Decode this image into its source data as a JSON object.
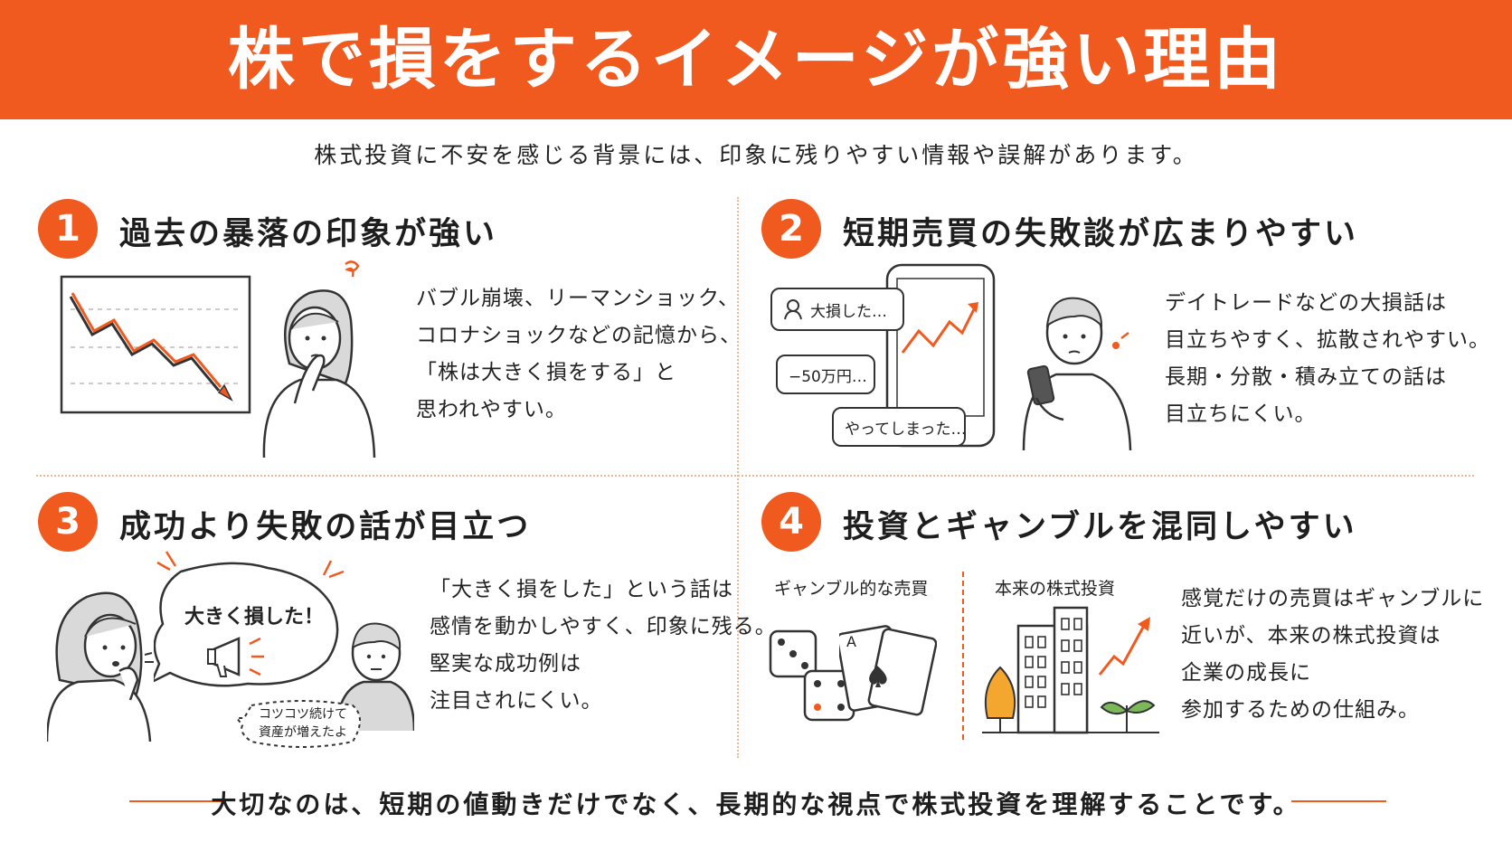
{
  "title": "株で損をするイメージが強い理由",
  "subtitle": "株式投資に不安を感じる背景には、印象に残りやすい情報や誤解があります。",
  "sections": [
    {
      "number": "1",
      "title": "過去の暴落の印象が強い",
      "lines": [
        "バブル崩壊、リーマンショック、",
        "コロナショックなどの記憶から、",
        "「株は大きく損をする」と",
        "思われやすい。"
      ]
    },
    {
      "number": "2",
      "title": "短期売買の失敗談が広まりやすい",
      "lines": [
        "デイトレードなどの大損話は",
        "目立ちやすく、拡散されやすい。",
        "長期・分散・積み立ての話は",
        "目立ちにくい。"
      ],
      "bubbles": [
        "大損した…",
        "−50万円…",
        "やってしまった…"
      ]
    },
    {
      "number": "3",
      "title": "成功より失敗の話が目立つ",
      "lines": [
        "「大きく損をした」という話は",
        "感情を動かしやすく、印象に残る。",
        "堅実な成功例は",
        "注目されにくい。"
      ],
      "shout": "大きく損した！",
      "whisper": [
        "コツコツ続けて",
        "資産が増えたよ"
      ]
    },
    {
      "number": "4",
      "title": "投資とギャンブルを混同しやすい",
      "lines": [
        "感覚だけの売買はギャンブルに",
        "近いが、本来の株式投資は",
        "企業の成長に",
        "参加するための仕組み。"
      ],
      "label_left": "ギャンブル的な売買",
      "label_right": "本来の株式投資",
      "card_rank": "A"
    }
  ],
  "footer": "大切なのは、短期の値動きだけでなく、長期的な視点で株式投資を理解することです。",
  "colors": {
    "accent": "#f15a1f",
    "divider": "#f2b78f",
    "text": "#222222"
  }
}
